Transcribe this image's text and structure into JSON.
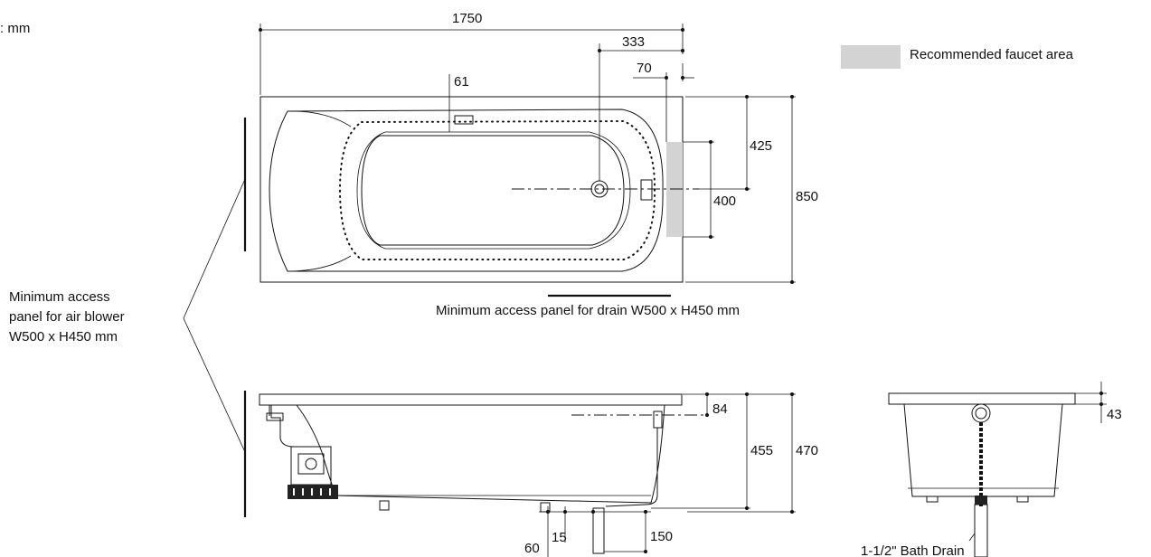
{
  "unit_note": ": mm",
  "legend": {
    "label": "Recommended faucet area",
    "swatch_color": "#d3d3d3"
  },
  "dimensions": {
    "total_length": "1750",
    "drain_offset": "333",
    "faucet_offset": "70",
    "overflow_offset": "61",
    "half_width": "425",
    "faucet_area_width": "400",
    "total_width": "850",
    "rim_to_overflow": "84",
    "depth_inner": "455",
    "height_total": "470",
    "foot_inset": "60",
    "foot_spacing": "15",
    "drain_clearance": "150",
    "rim_thickness": "43"
  },
  "notes": {
    "air_blower_panel_line1": "Minimum access",
    "air_blower_panel_line2": "panel for air blower",
    "air_blower_panel_line3": "W500 x H450 mm",
    "drain_panel": "Minimum access panel for drain W500 x H450 mm",
    "bath_drain": "1-1/2\" Bath Drain"
  }
}
